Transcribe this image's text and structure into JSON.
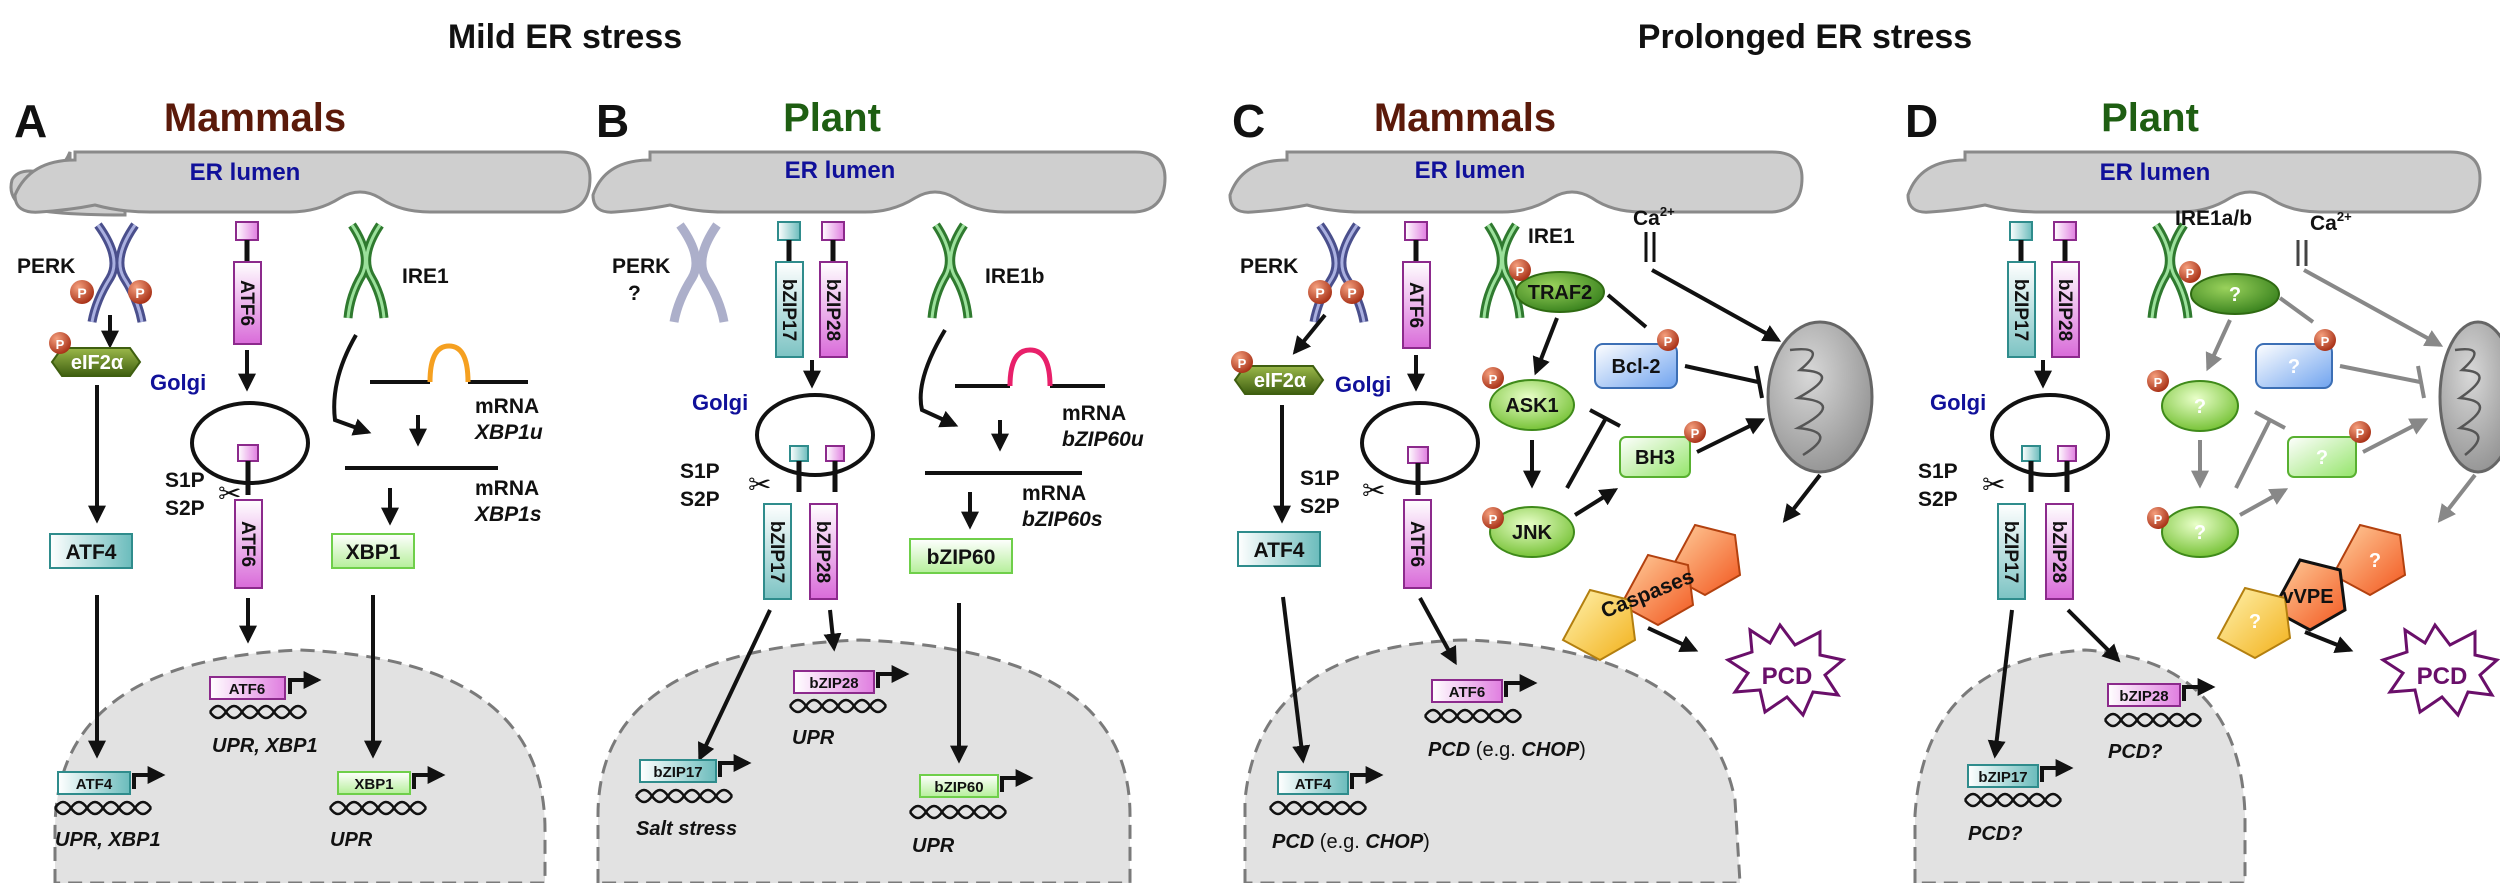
{
  "headings": {
    "mild": "Mild ER stress",
    "prolonged": "Prolonged ER stress"
  },
  "panels": {
    "A": {
      "letter": "A",
      "organism": "Mammals"
    },
    "B": {
      "letter": "B",
      "organism": "Plant"
    },
    "C": {
      "letter": "C",
      "organism": "Mammals"
    },
    "D": {
      "letter": "D",
      "organism": "Plant"
    }
  },
  "labels": {
    "er_lumen": "ER lumen",
    "golgi": "Golgi",
    "s1p": "S1P",
    "s2p": "S2P",
    "perk": "PERK",
    "perk_q": "?",
    "ire1": "IRE1",
    "ire1b": "IRE1b",
    "ire1ab": "IRE1a/b",
    "atf6": "ATF6",
    "atf4": "ATF4",
    "eif2a": "eIF2α",
    "xbp1": "XBP1",
    "bzip17": "bZIP17",
    "bzip28": "bZIP28",
    "bzip60": "bZIP60",
    "mrna": "mRNA",
    "xbp1u": "XBP1u",
    "xbp1s": "XBP1s",
    "bzip60u": "bZIP60u",
    "bzip60s": "bZIP60s",
    "p": "P",
    "ca": "Ca",
    "ca_sup": "2+",
    "traf2": "TRAF2",
    "ask1": "ASK1",
    "jnk": "JNK",
    "bcl2": "Bcl-2",
    "bh3": "BH3",
    "caspases": "Caspases",
    "vvpe": "vVPE",
    "pcd": "PCD",
    "q": "?"
  },
  "nuclear": {
    "upr": "UPR",
    "upr_xbp1": "UPR, XBP1",
    "salt_stress": "Salt stress",
    "pcd_prefix": "PCD",
    "eg_open": " (e.g. ",
    "chop": "CHOP",
    "eg_close": ")",
    "pcd_q": "PCD?"
  },
  "colors": {
    "maroon": "#5b1a0a",
    "green_title": "#1e5e12",
    "blue_label": "#10109a",
    "membrane": "#cfcfcf",
    "nucleus": "#e2e2e2",
    "pcd": "#6a0f6a"
  }
}
